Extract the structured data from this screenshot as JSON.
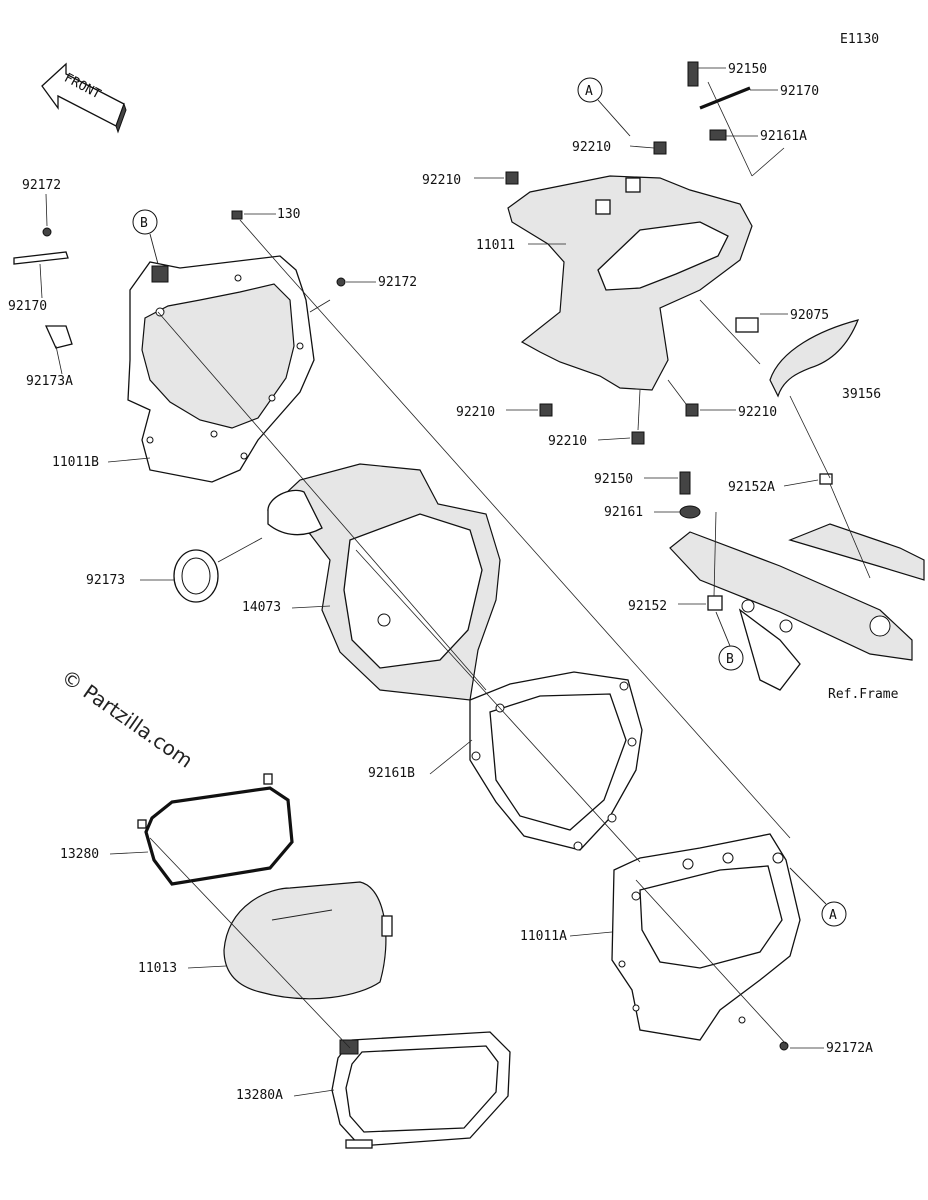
{
  "diagram_code": "E1130",
  "front_label": "FRONT",
  "watermark": "© Partzilla.com",
  "frame_ref": "Ref.Frame",
  "callouts": {
    "a_top": "A",
    "a_bottom": "A",
    "b_top": "B",
    "b_bottom": "B"
  },
  "parts": [
    {
      "id": "p92172_top",
      "label": "92172"
    },
    {
      "id": "p130",
      "label": "130"
    },
    {
      "id": "p92172_mid",
      "label": "92172"
    },
    {
      "id": "p92170_left",
      "label": "92170"
    },
    {
      "id": "p92173A",
      "label": "92173A"
    },
    {
      "id": "p11011B",
      "label": "11011B"
    },
    {
      "id": "p92173",
      "label": "92173"
    },
    {
      "id": "p14073",
      "label": "14073"
    },
    {
      "id": "p92161B",
      "label": "92161B"
    },
    {
      "id": "p13280",
      "label": "13280"
    },
    {
      "id": "p11013",
      "label": "11013"
    },
    {
      "id": "p13280A",
      "label": "13280A"
    },
    {
      "id": "p92150_top",
      "label": "92150"
    },
    {
      "id": "p92170_right",
      "label": "92170"
    },
    {
      "id": "p92161A",
      "label": "92161A"
    },
    {
      "id": "p92210_a",
      "label": "92210"
    },
    {
      "id": "p92210_b",
      "label": "92210"
    },
    {
      "id": "p11011",
      "label": "11011"
    },
    {
      "id": "p92075",
      "label": "92075"
    },
    {
      "id": "p39156",
      "label": "39156"
    },
    {
      "id": "p92210_c",
      "label": "92210"
    },
    {
      "id": "p92210_d",
      "label": "92210"
    },
    {
      "id": "p92210_e",
      "label": "92210"
    },
    {
      "id": "p92150_mid",
      "label": "92150"
    },
    {
      "id": "p92152A",
      "label": "92152A"
    },
    {
      "id": "p92161",
      "label": "92161"
    },
    {
      "id": "p92152",
      "label": "92152"
    },
    {
      "id": "p11011A",
      "label": "11011A"
    },
    {
      "id": "p92172A",
      "label": "92172A"
    }
  ]
}
